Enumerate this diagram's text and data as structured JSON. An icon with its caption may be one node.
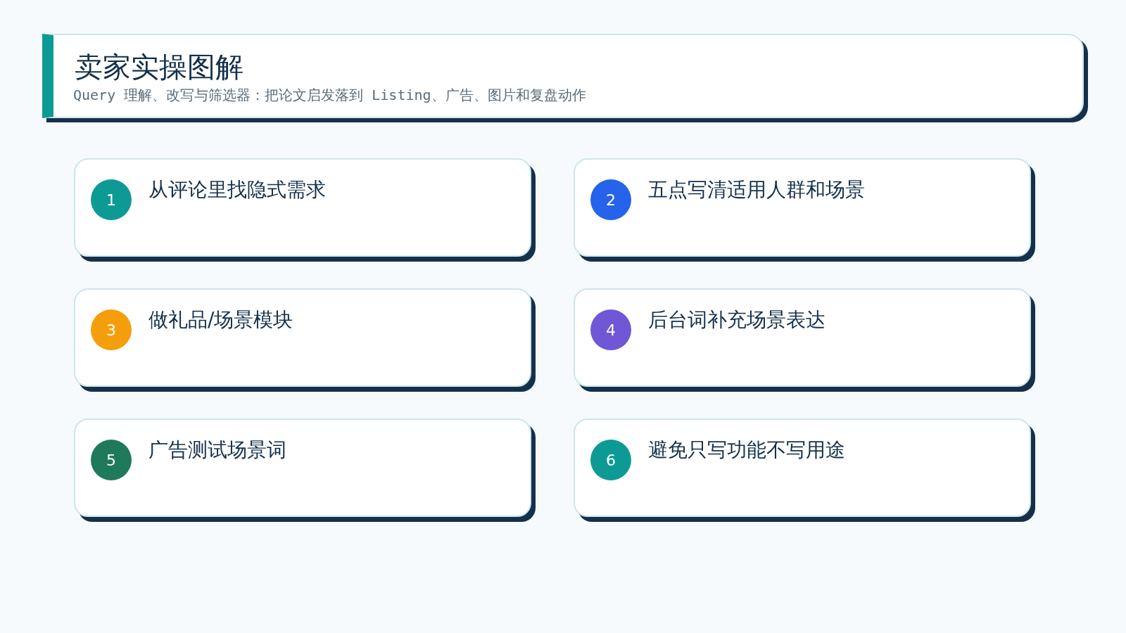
{
  "diagram": {
    "title": "卖家实操图解",
    "labels": [
      "Query 理解、改写与筛选器：把论文启发落到 Listing、广告、图片和复盘动作"
    ],
    "nodes": [
      {
        "text": [
          "从评论里找隐式需求"
        ]
      },
      {
        "text": [
          "1"
        ],
        "in": 0
      },
      {
        "text": [
          "五点写清适用人群和场景"
        ]
      },
      {
        "text": [
          "2"
        ],
        "in": 2
      },
      {
        "text": [
          "做礼品/场景模块"
        ]
      },
      {
        "text": [
          "3"
        ],
        "in": 4
      },
      {
        "text": [
          "后台词补充场景表达"
        ]
      },
      {
        "text": [
          "4"
        ],
        "in": 6
      },
      {
        "text": [
          "广告测试场景词"
        ]
      },
      {
        "text": [
          "5"
        ],
        "in": 8
      },
      {
        "text": [
          "避免只写功能不写用途"
        ]
      },
      {
        "text": [
          "6"
        ],
        "in": 10
      }
    ]
  }
}
